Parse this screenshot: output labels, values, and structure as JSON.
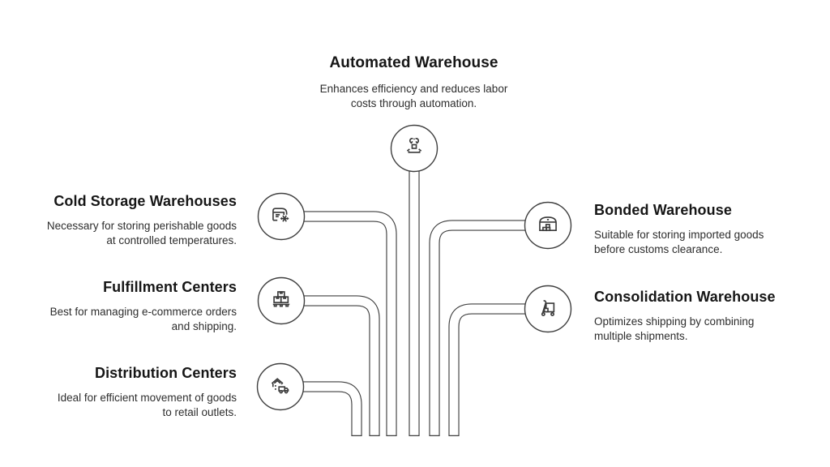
{
  "diagram": {
    "title_context": "Types of Warehouses infographic",
    "center": {
      "title": "Automated Warehouse",
      "description": "Enhances efficiency and reduces labor costs through automation.",
      "icon": "robot-arm-icon"
    },
    "left_items": [
      {
        "title": "Cold Storage Warehouses",
        "description": "Necessary for storing perishable goods at controlled temperatures.",
        "icon": "cold-storage-icon"
      },
      {
        "title": "Fulfillment Centers",
        "description": "Best for managing e-commerce orders and shipping.",
        "icon": "pallet-boxes-icon"
      },
      {
        "title": "Distribution Centers",
        "description": "Ideal for efficient movement of goods to retail outlets.",
        "icon": "warehouse-truck-icon"
      }
    ],
    "right_items": [
      {
        "title": "Bonded Warehouse",
        "description": "Suitable for storing imported goods before customs clearance.",
        "icon": "bonded-warehouse-icon"
      },
      {
        "title": "Consolidation Warehouse",
        "description": "Optimizes shipping by combining multiple shipments.",
        "icon": "hand-truck-icon"
      }
    ],
    "colors": {
      "background": "#ffffff",
      "line": "#3f3f3f",
      "title_text": "#161616",
      "body_text": "#2d2d2d"
    }
  }
}
